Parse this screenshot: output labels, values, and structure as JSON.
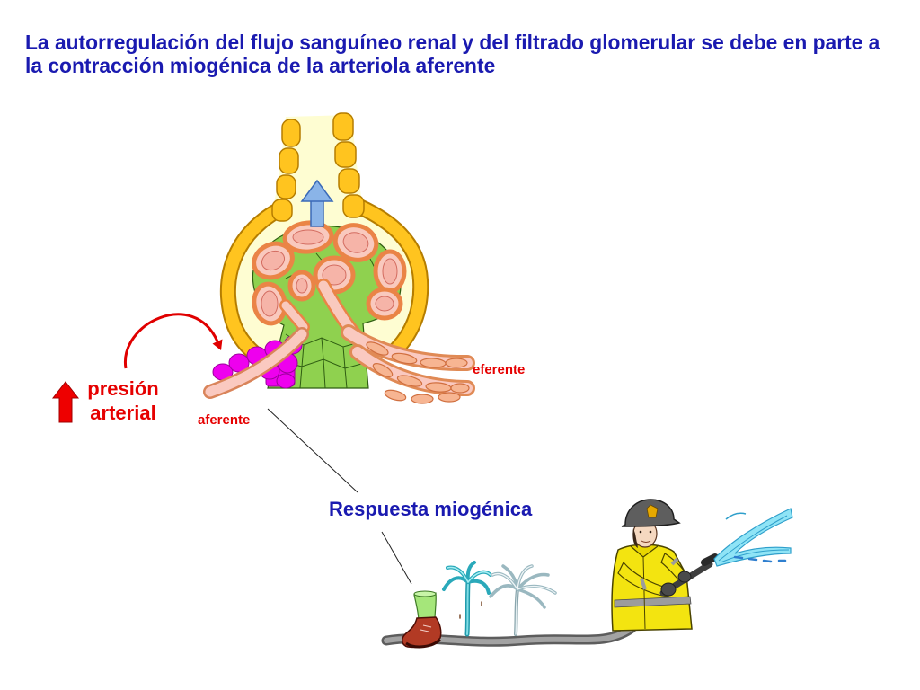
{
  "slide": {
    "title_lines": [
      "La autorregulación del flujo sanguíneo renal y del filtrado glomerular se debe en parte a",
      "la contracción miogénica de la arteriola aferente"
    ],
    "labels": {
      "efferent": "eferente",
      "afferent": "aferente",
      "pressure": [
        "presión",
        "arterial"
      ],
      "myogenic_response": "Respuesta miogénica"
    }
  },
  "colors": {
    "title": "#1a1ab0",
    "label_red": "#e60000",
    "capsule_cells": "#ffc41f",
    "juxtaglomerular_cells": "#ee00ee",
    "mesangium": "#8fd14f",
    "capillary": "#f9c9be"
  },
  "icons": {
    "pressure_arrow": "up-arrow-icon",
    "feedback_arrow": "curved-arrow-icon",
    "filtration_arrow": "up-arrow-icon"
  }
}
